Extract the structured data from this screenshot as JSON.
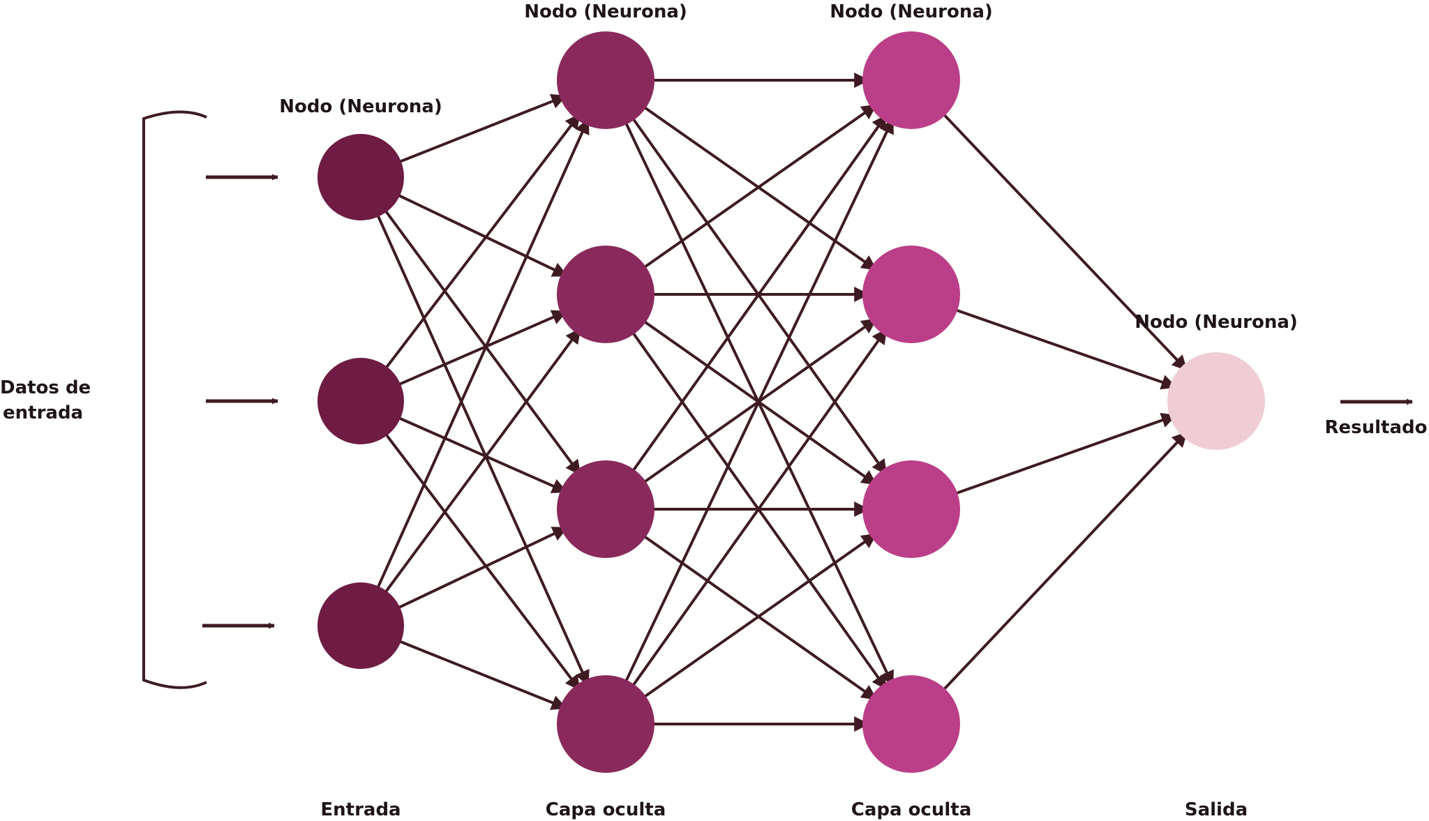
{
  "diagram": {
    "input_label_line1": "Datos de",
    "input_label_line2": "entrada",
    "output_label": "Resultado",
    "node_label": "Nodo (Neurona)",
    "layers": [
      {
        "id": "input",
        "title": "Entrada",
        "nodes": 3,
        "color": "#6e1c43"
      },
      {
        "id": "hidden1",
        "title": "Capa oculta",
        "nodes": 4,
        "color": "#8a2a5c"
      },
      {
        "id": "hidden2",
        "title": "Capa oculta",
        "nodes": 4,
        "color": "#bb3f88"
      },
      {
        "id": "output",
        "title": "Salida",
        "nodes": 1,
        "color": "#f0ccd4"
      }
    ],
    "edge_color": "#3e1b22"
  }
}
